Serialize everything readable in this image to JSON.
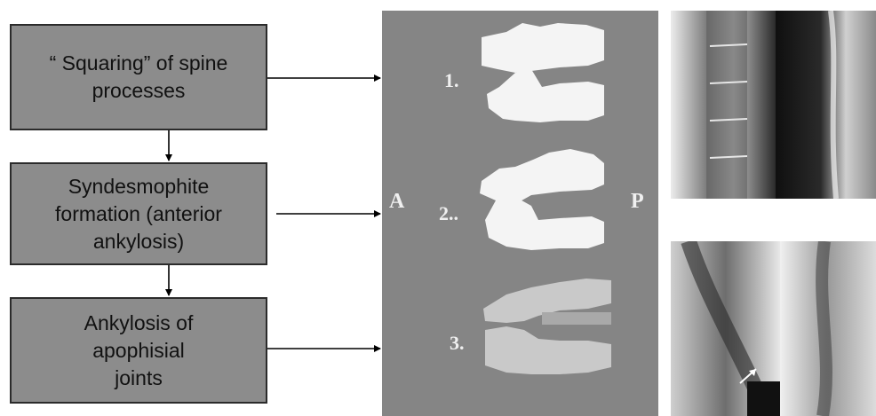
{
  "flow": {
    "step1": [
      "“ Squaring” of spine",
      "processes"
    ],
    "step2": [
      "Syndesmophite",
      "formation (anterior",
      "ankylosis)"
    ],
    "step3": [
      "Ankylosis of",
      "apophisial",
      "joints"
    ]
  },
  "plate": {
    "label_anterior": "A",
    "label_posterior": "P",
    "stages": [
      "1.",
      "2..",
      "3."
    ]
  },
  "colors": {
    "box_fill": "#8c8c8c",
    "plate_bg": "#858585",
    "bone": "#f4f4f4"
  }
}
